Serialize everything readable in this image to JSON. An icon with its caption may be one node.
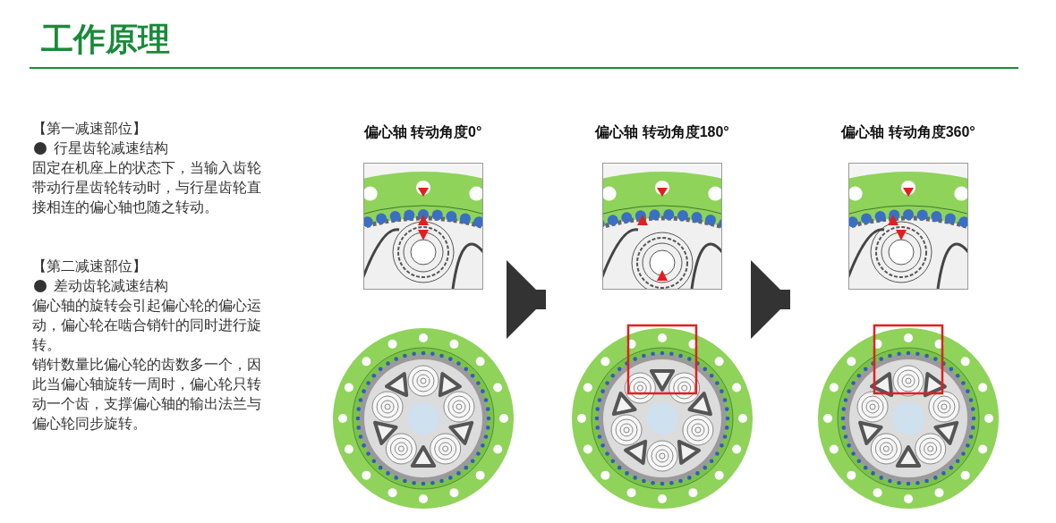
{
  "diagram": {
    "title": "工作原理",
    "nodes": [
      {
        "text": [
          "偏心轴 转动角度0°"
        ]
      },
      {
        "text": [
          "偏心轴 转动角度180°"
        ]
      },
      {
        "text": [
          "偏心轴 转动角度360°"
        ]
      }
    ],
    "edges": [
      {
        "from": 0,
        "to": 1,
        "arrow": "to"
      },
      {
        "from": 1,
        "to": 2,
        "arrow": "to"
      }
    ],
    "labels": [
      "【第一减速部位】",
      "行星齿轮减速结构",
      "固定在机座上的状态下，当输入齿轮带动行星齿轮转动时，与行星齿轮直接相连的偏心轴也随之转动。",
      "【第二减速部位】",
      "差动齿轮减速结构",
      "偏心轴的旋转会引起偏心轮的偏心运动，偏心轮在啮合销针的同时进行旋转。",
      "销针数量比偏心轮的齿数多一个，因此当偏心轴旋转一周时，偏心轮只转动一个齿，支撑偏心轴的输出法兰与偏心轮同步旋转。"
    ]
  }
}
